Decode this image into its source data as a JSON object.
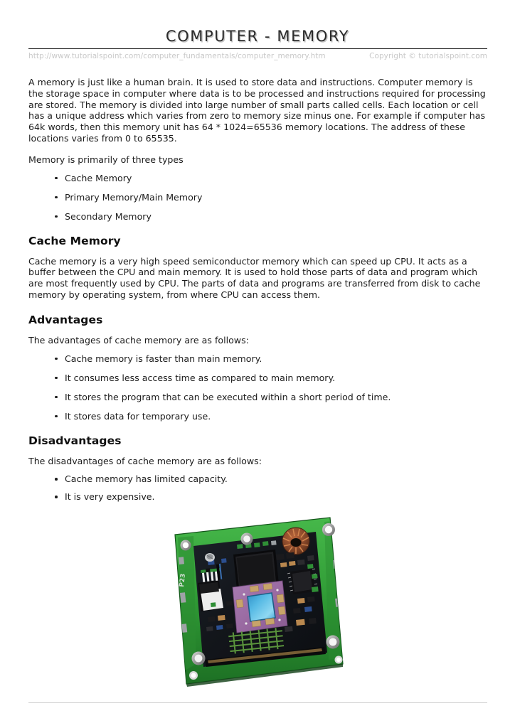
{
  "header": {
    "title": "COMPUTER - MEMORY",
    "url": "http://www.tutorialspoint.com/computer_fundamentals/computer_memory.htm",
    "copyright": "Copyright © tutorialspoint.com"
  },
  "body": {
    "intro_paragraph": "A memory is just like a human brain. It is used to store data and instructions. Computer memory is the storage space in computer where data is to be processed and instructions required for processing are stored. The memory is divided into large number of small parts called cells. Each location or cell has a unique address which varies from zero to memory size minus one. For example if computer has 64k words, then this memory unit has 64 * 1024=65536 memory locations. The address of these locations varies from 0 to 65535.",
    "types_lead": "Memory is primarily of three types",
    "memory_types": [
      "Cache Memory",
      "Primary Memory/Main Memory",
      "Secondary Memory"
    ],
    "cache_memory": {
      "heading": "Cache Memory",
      "paragraph": "Cache memory is a very high speed semiconductor memory which can speed up CPU. It acts as a buffer between the CPU and main memory. It is used to hold those parts of data and program which are most frequently used by CPU. The parts of data and programs are transferred from disk to cache memory by operating system, from where CPU can access them."
    },
    "advantages": {
      "heading": "Advantages",
      "lead": "The advantages of cache memory are as follows:",
      "items": [
        "Cache memory is faster than main memory.",
        "It consumes less access time as compared to main memory.",
        "It stores the program that can be executed within a short period of time.",
        "It stores data for temporary use."
      ]
    },
    "disadvantages": {
      "heading": "Disadvantages",
      "lead": "The disadvantages of cache memory are as follows:",
      "items": [
        "Cache memory has limited capacity.",
        "It is very expensive."
      ]
    }
  },
  "figure": {
    "name": "circuit-board-photo",
    "alt": "Photograph of a green printed circuit board with a purple ceramic processor package, blue silicon die, copper toroidal inductor and four corner mounting holes",
    "silkscreen_label": "P23",
    "colors": {
      "pcb_green": "#34a03a",
      "pcb_green_dark": "#1d6b24",
      "board_dark": "#15181d",
      "chip_purple": "#9d6ea8",
      "die_blue": "#3fa9dc",
      "die_blue_light": "#8fd8f2",
      "pad_gold": "#c8a46a",
      "inductor_copper": "#8b4a2b",
      "metal_gray": "#9a9a9a"
    }
  },
  "page_rules": {
    "header_rule_color": "#222222",
    "footer_rule_color": "#cfcfcf"
  }
}
